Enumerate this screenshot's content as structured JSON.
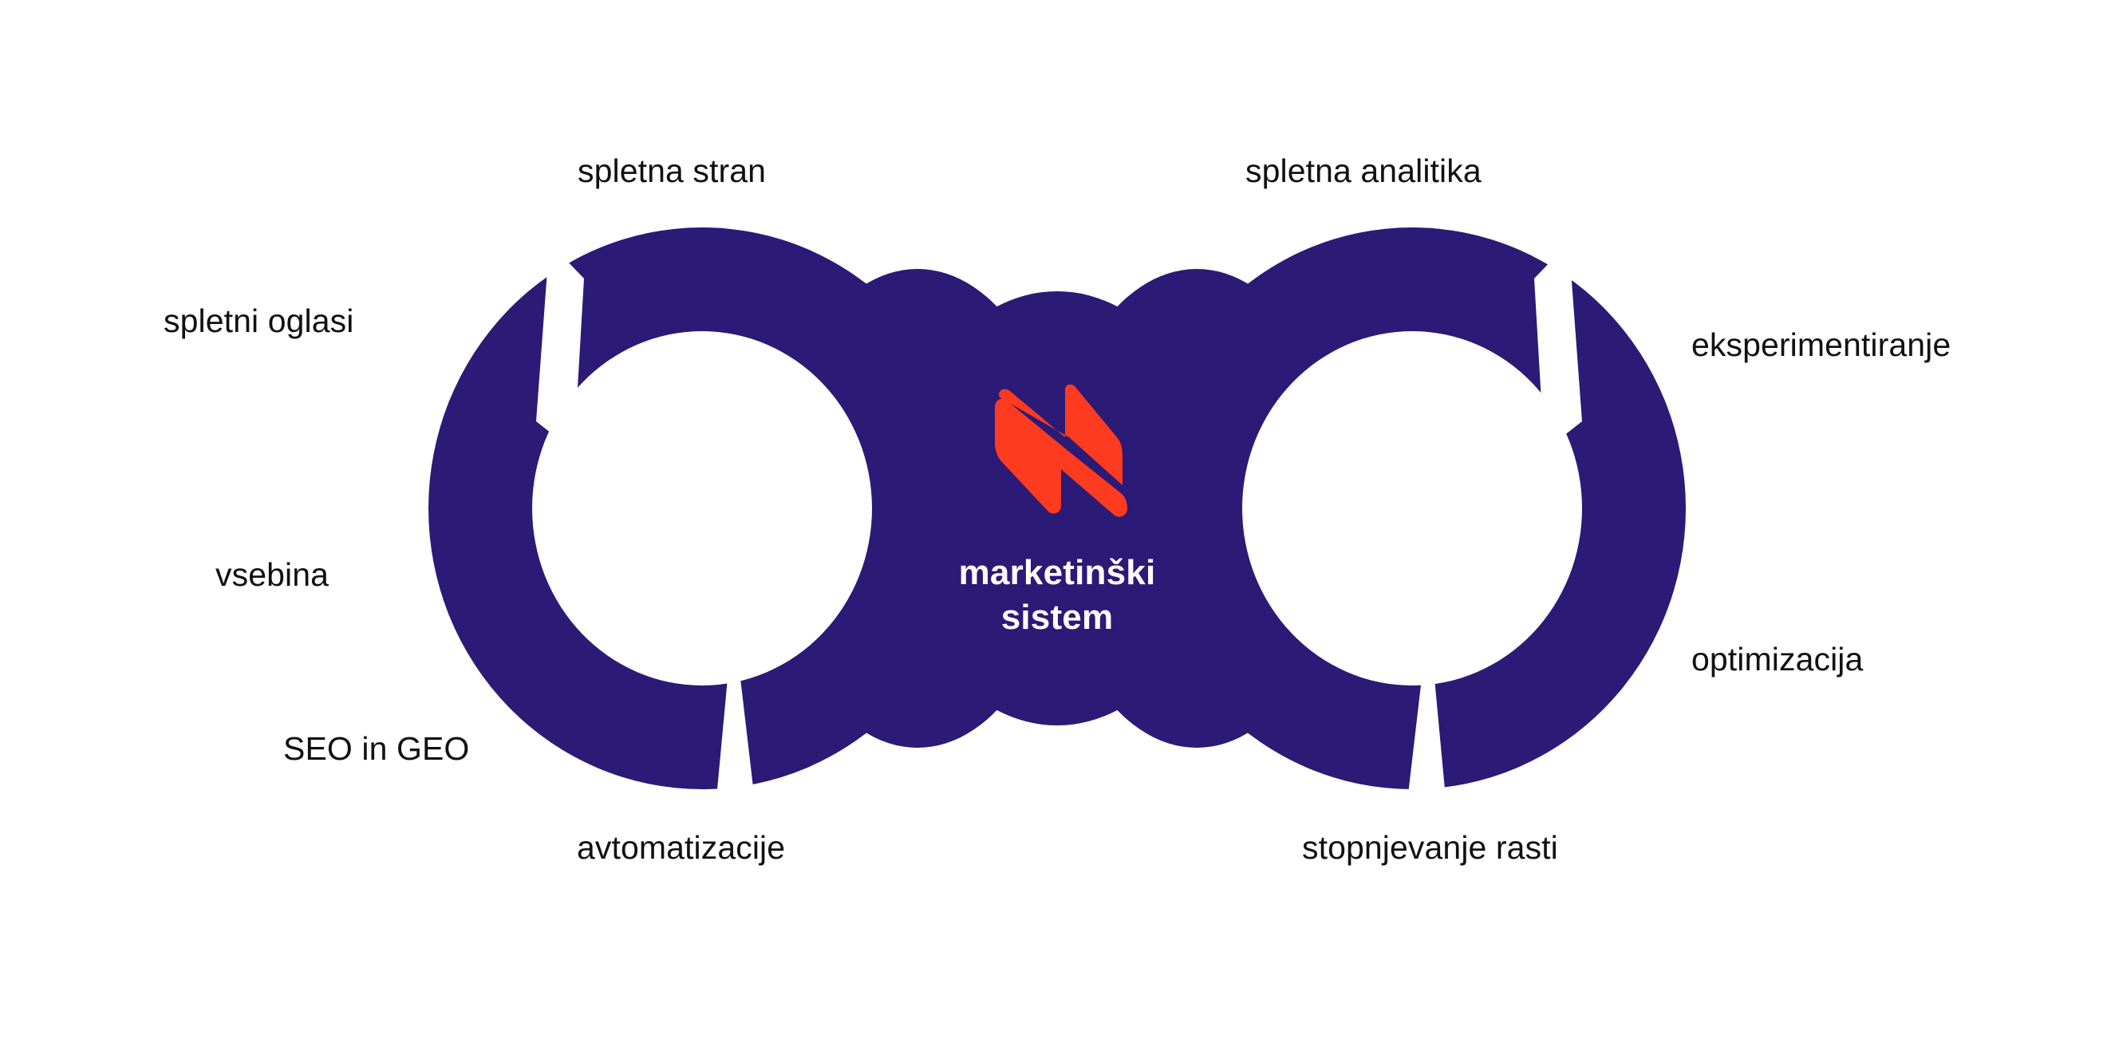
{
  "diagram": {
    "type": "infinity-loop-cycle",
    "title_center": {
      "line1": "marketinški",
      "line2": "sistem"
    },
    "logo": {
      "icon_name": "brand-m-mark",
      "color": "#FF3B1F"
    },
    "colors": {
      "ring": "#2B1A76",
      "background": "#FFFFFF",
      "label_text": "#111111",
      "center_text": "#FFFFFF",
      "accent": "#FF3B1F"
    },
    "left_loop": {
      "name": "left-cycle",
      "labels": [
        {
          "id": "spletna-stran",
          "text": "spletna stran"
        },
        {
          "id": "spletni-oglasi",
          "text": "spletni oglasi"
        },
        {
          "id": "vsebina",
          "text": "vsebina"
        },
        {
          "id": "seo-in-geo",
          "text": "SEO in GEO"
        },
        {
          "id": "avtomatizacije",
          "text": "avtomatizacije"
        }
      ]
    },
    "right_loop": {
      "name": "right-cycle",
      "labels": [
        {
          "id": "spletna-analitika",
          "text": "spletna analitika"
        },
        {
          "id": "eksperimentiranje",
          "text": "eksperimentiranje"
        },
        {
          "id": "optimizacija",
          "text": "optimizacija"
        },
        {
          "id": "stopnjevanje-rasti",
          "text": "stopnjevanje rasti"
        }
      ]
    }
  }
}
